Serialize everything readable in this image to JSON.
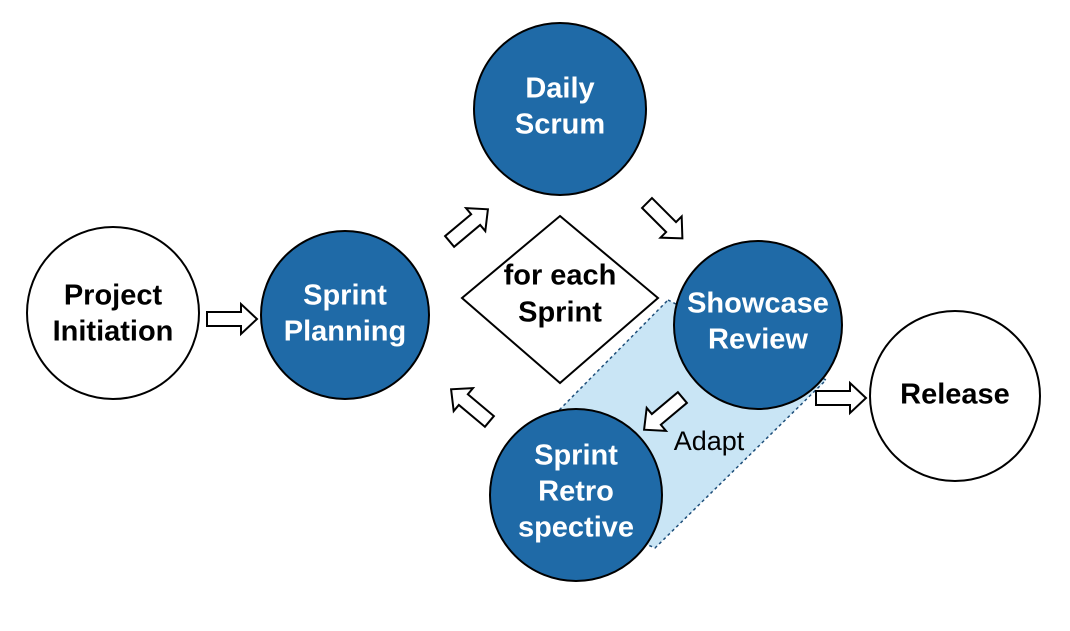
{
  "colors": {
    "stage_fill": "#1f6aa7",
    "stage_stroke": "#000000",
    "endpoint_fill": "#ffffff",
    "band_fill": "#c9e5f5",
    "band_stroke": "#1f4f7a"
  },
  "nodes": {
    "project_initiation": {
      "line1": "Project",
      "line2": "Initiation"
    },
    "sprint_planning": {
      "line1": "Sprint",
      "line2": "Planning"
    },
    "daily_scrum": {
      "line1": "Daily",
      "line2": "Scrum"
    },
    "showcase_review": {
      "line1": "Showcase",
      "line2": "Review"
    },
    "sprint_retrospective": {
      "line1": "Sprint",
      "line2": "Retro",
      "line3": "spective"
    },
    "release": {
      "line1": "Release"
    }
  },
  "loop": {
    "line1": "for each",
    "line2": "Sprint"
  },
  "adapt_label": "Adapt"
}
